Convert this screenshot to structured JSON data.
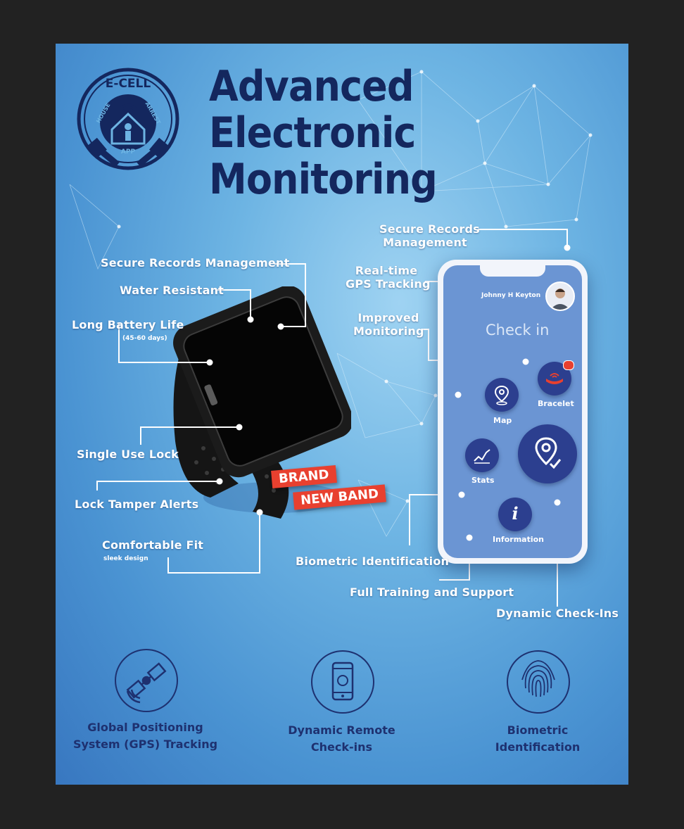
{
  "title": {
    "line1": "Advanced",
    "line2": "Electronic",
    "line3": "Monitoring"
  },
  "logo": {
    "top": "E-CELL",
    "left": "HOUSE",
    "right": "ARREST",
    "bottom": "APP"
  },
  "watch_labels": {
    "secure_records": "Secure Records Management",
    "water_resistant": "Water Resistant",
    "battery": "Long Battery Life",
    "battery_sub": "(45-60 days)",
    "single_lock": "Single Use Lock",
    "tamper": "Lock Tamper Alerts",
    "fit": "Comfortable Fit",
    "fit_sub": "sleek design"
  },
  "badge": {
    "line1": "BRAND",
    "line2": "NEW BAND"
  },
  "phone_labels": {
    "secure_records_l1": "Secure Records",
    "secure_records_l2": "Management",
    "gps_l1": "Real-time",
    "gps_l2": "GPS Tracking",
    "monitor_l1": "Improved",
    "monitor_l2": "Monitoring",
    "biometric": "Biometric Identification",
    "training": "Full Training and Support",
    "checkins": "Dynamic Check-Ins"
  },
  "app": {
    "user_name": "Johnny H Keyton",
    "checkin": "Check in",
    "map": "Map",
    "bracelet": "Bracelet",
    "stats": "Stats",
    "information": "Information",
    "info_glyph": "i"
  },
  "features": [
    {
      "line1": "Global Positioning",
      "line2": "System (GPS) Tracking",
      "icon": "satellite-icon"
    },
    {
      "line1": "Dynamic Remote",
      "line2": "Check-ins",
      "icon": "smartphone-icon"
    },
    {
      "line1": "Biometric",
      "line2": "Identification",
      "icon": "fingerprint-icon"
    }
  ],
  "colors": {
    "navy": "#14275e",
    "badge_red": "#e8402f",
    "screen_blue": "#6b95d3",
    "button_navy": "#2c3f8f"
  }
}
